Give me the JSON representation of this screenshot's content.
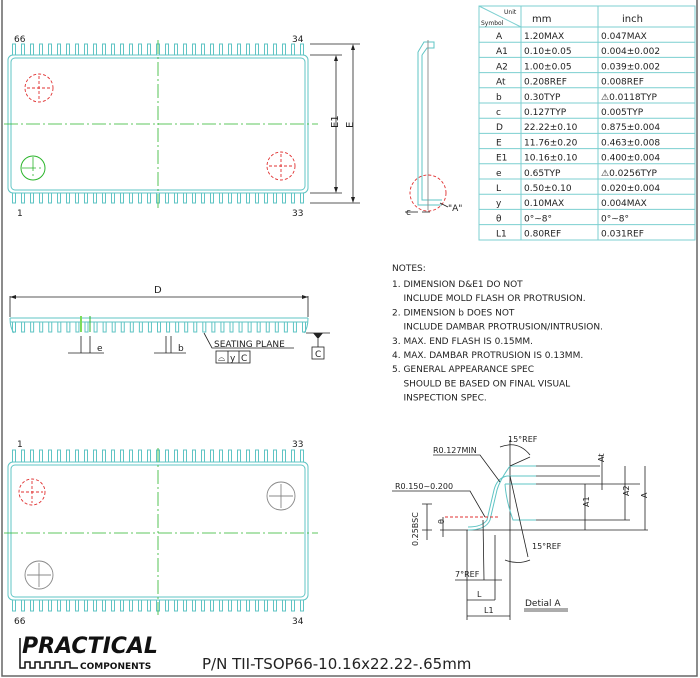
{
  "top_view": {
    "pin_top_left": "66",
    "pin_top_right": "34",
    "pin_bottom_left": "1",
    "pin_bottom_right": "33",
    "dim_e1": "E1",
    "dim_e": "E"
  },
  "side_view": {
    "dim_c": "c",
    "detail_ref": "\"A\""
  },
  "front_view": {
    "dim_d": "D",
    "dim_e": "e",
    "dim_b": "b",
    "seating_plane": "SEATING PLANE",
    "fcf_symbol": "⌓",
    "fcf_tol": "y",
    "fcf_datum": "C",
    "datum": "C"
  },
  "bottom_view": {
    "pin_top_left": "1",
    "pin_top_right": "33",
    "pin_bottom_left": "66",
    "pin_bottom_right": "34"
  },
  "table": {
    "header_unit": "Unit",
    "header_symbol": "Symbol",
    "header_mm": "mm",
    "header_inch": "inch",
    "rows": [
      {
        "symbol": "A",
        "mm": "1.20MAX",
        "inch": "0.047MAX"
      },
      {
        "symbol": "A1",
        "mm": "0.10±0.05",
        "inch": "0.004±0.002"
      },
      {
        "symbol": "A2",
        "mm": "1.00±0.05",
        "inch": "0.039±0.002"
      },
      {
        "symbol": "At",
        "mm": "0.208REF",
        "inch": "0.008REF"
      },
      {
        "symbol": "b",
        "mm": "0.30TYP",
        "inch": "⚠0.0118TYP"
      },
      {
        "symbol": "c",
        "mm": "0.127TYP",
        "inch": "0.005TYP"
      },
      {
        "symbol": "D",
        "mm": "22.22±0.10",
        "inch": "0.875±0.004"
      },
      {
        "symbol": "E",
        "mm": "11.76±0.20",
        "inch": "0.463±0.008"
      },
      {
        "symbol": "E1",
        "mm": "10.16±0.10",
        "inch": "0.400±0.004"
      },
      {
        "symbol": "e",
        "mm": "0.65TYP",
        "inch": "⚠0.0256TYP"
      },
      {
        "symbol": "L",
        "mm": "0.50±0.10",
        "inch": "0.020±0.004"
      },
      {
        "symbol": "y",
        "mm": "0.10MAX",
        "inch": "0.004MAX"
      },
      {
        "symbol": "θ",
        "mm": "0°~8°",
        "inch": "0°~8°"
      },
      {
        "symbol": "L1",
        "mm": "0.80REF",
        "inch": "0.031REF"
      }
    ]
  },
  "notes": {
    "title": "NOTES:",
    "lines": [
      "1. DIMENSION D&E1 DO NOT",
      "    INCLUDE MOLD FLASH OR PROTRUSION.",
      "2. DIMENSION b DOES NOT",
      "    INCLUDE DAMBAR PROTRUSION/INTRUSION.",
      "3. MAX. END FLASH IS 0.15MM.",
      "4. MAX. DAMBAR PROTRUSION IS 0.13MM.",
      "5. GENERAL APPEARANCE SPEC",
      "    SHOULD BE BASED ON FINAL VISUAL",
      "    INSPECTION SPEC."
    ]
  },
  "detail": {
    "angle_top": "15°REF",
    "r_min": "R0.127MIN",
    "r_range": "R0.150~0.200",
    "bsc": "0.25BSC",
    "theta": "θ",
    "angle_bottom": "15°REF",
    "angle_7": "7°REF",
    "dim_l": "L",
    "dim_l1": "L1",
    "dim_at": "At",
    "dim_a1": "A1",
    "dim_a2": "A2",
    "dim_a": "A",
    "title": "Detial A"
  },
  "footer": {
    "logo_main": "PRACTICAL",
    "logo_sub": "COMPONENTS",
    "part_number": "P/N TII-TSOP66-10.16x22.22-.65mm"
  }
}
